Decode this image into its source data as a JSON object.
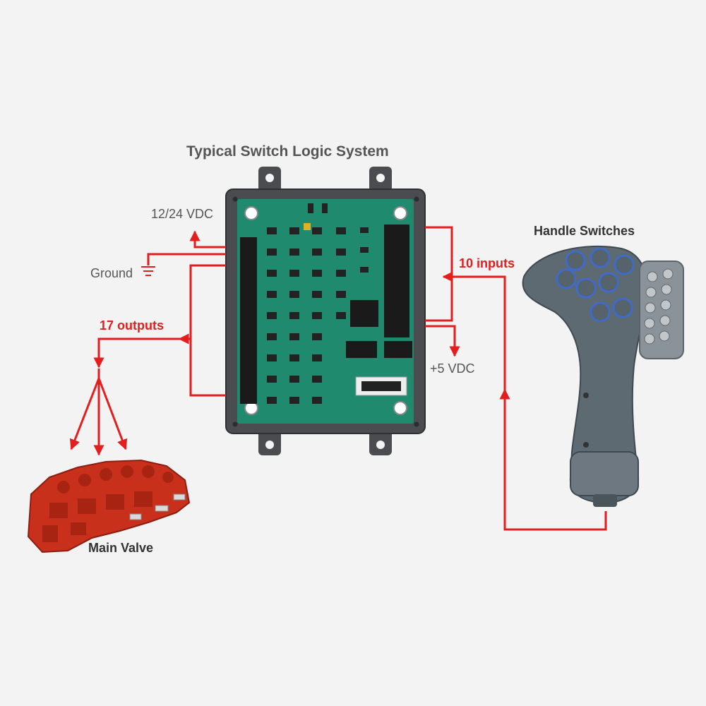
{
  "diagram": {
    "title": "Typical Switch Logic System",
    "labels": {
      "supply_voltage": "12/24 VDC",
      "ground": "Ground",
      "outputs": "17 outputs",
      "inputs": "10 inputs",
      "logic_supply": "+5 VDC",
      "handle": "Handle Switches",
      "valve": "Main Valve"
    },
    "colors": {
      "wire": "#e41e1e",
      "board": "#1f8a6e",
      "enclosure": "#4a4c50",
      "handle": "#5e6a72",
      "valve": "#c9301c",
      "button_ring": "#3b6bd6",
      "text": "#555555"
    }
  }
}
